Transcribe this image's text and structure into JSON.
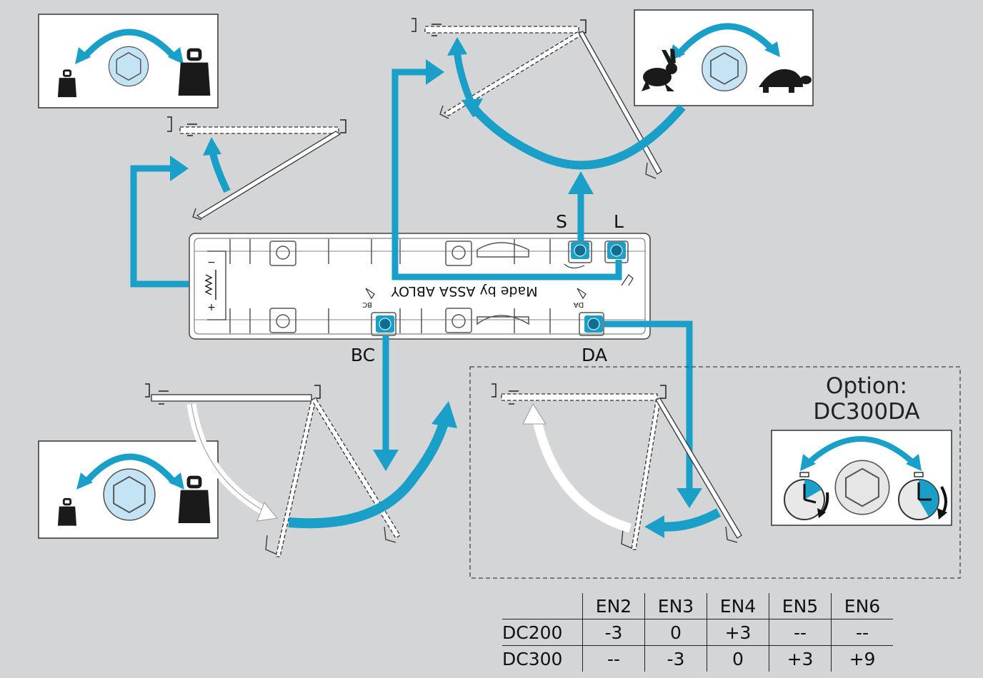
{
  "labels": {
    "s": "S",
    "l": "L",
    "bc": "BC",
    "da": "DA"
  },
  "body_text": {
    "made_by": "Made by ASSA ABLOY",
    "bc_mark": "BC",
    "da_mark": "DA"
  },
  "option": {
    "line1": "Option:",
    "line2": "DC300DA"
  },
  "table": {
    "headers": [
      "EN2",
      "EN3",
      "EN4",
      "EN5",
      "EN6"
    ],
    "rows": [
      {
        "name": "DC200",
        "cells": [
          "-3",
          "0",
          "+3",
          "--",
          "--"
        ]
      },
      {
        "name": "DC300",
        "cells": [
          "--",
          "-3",
          "0",
          "+3",
          "+9"
        ]
      }
    ]
  },
  "colors": {
    "background": "#d3d5d7",
    "accent": "#1a9fc8",
    "knob": "#c4e4f6",
    "dark": "#1a1a1a"
  },
  "icons": {
    "weight": "weight-icon",
    "hex_valve": "hex-valve-icon",
    "rabbit": "rabbit-icon",
    "turtle": "turtle-icon",
    "stopwatch": "stopwatch-icon"
  }
}
